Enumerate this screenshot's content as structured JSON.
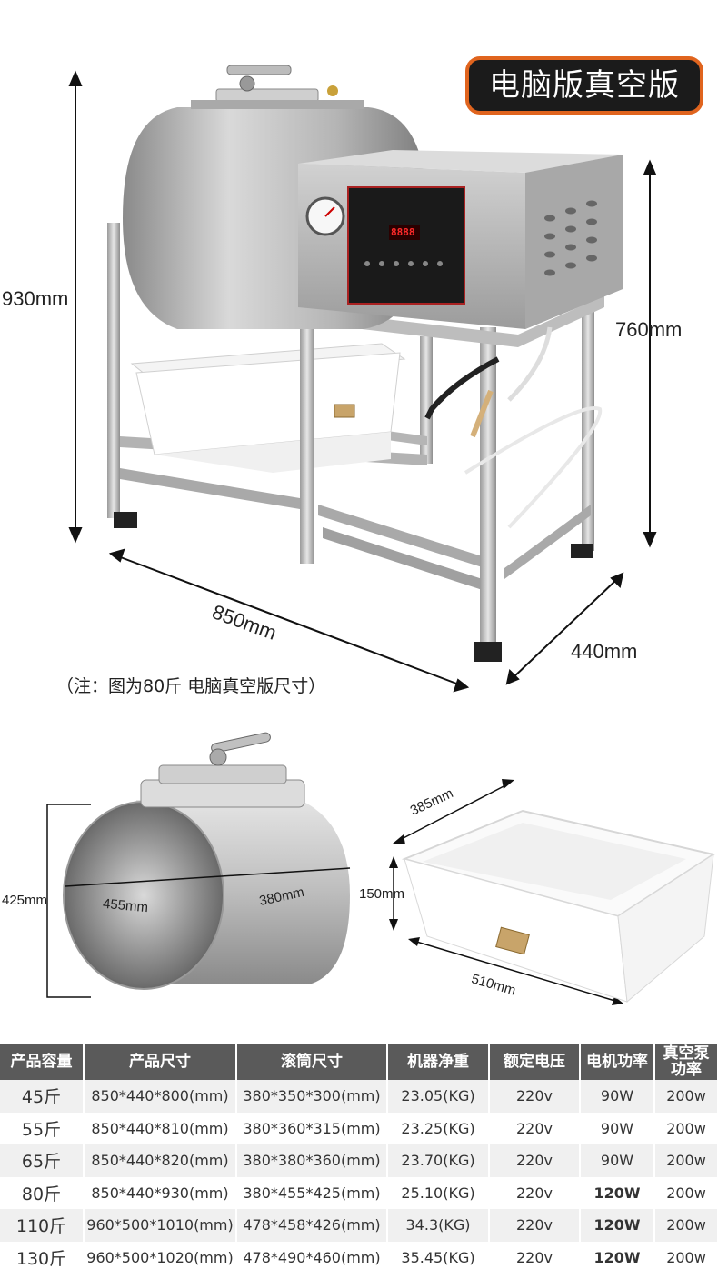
{
  "badge": {
    "label": "电脑版真空版"
  },
  "dimensions": {
    "height_total": "930mm",
    "height_frame": "760mm",
    "width": "850mm",
    "depth": "440mm",
    "drum_height": "425mm",
    "drum_diameter": "455mm",
    "drum_length": "380mm",
    "tray_width": "385mm",
    "tray_height": "150mm",
    "tray_length": "510mm"
  },
  "control_panel": {
    "display": "8888"
  },
  "note": "（注：图为80斤 电脑真空版尺寸）",
  "colors": {
    "badge_border": "#e0641e",
    "badge_fill": "#1b1b1b",
    "table_header": "#5a5a5a",
    "steel": "#b8b8b8",
    "panel": "#1a1a1a"
  },
  "table": {
    "headers": [
      "产品容量",
      "产品尺寸",
      "滚筒尺寸",
      "机器净重",
      "额定电压",
      "电机功率",
      "真空泵功率"
    ],
    "header_pump_line1": "真空泵",
    "header_pump_line2": "功率",
    "rows": [
      {
        "capacity": "45斤",
        "size": "850*440*800(mm)",
        "drum": "380*350*300(mm)",
        "weight": "23.05(KG)",
        "voltage": "220v",
        "motor": "90W",
        "pump": "200w"
      },
      {
        "capacity": "55斤",
        "size": "850*440*810(mm)",
        "drum": "380*360*315(mm)",
        "weight": "23.25(KG)",
        "voltage": "220v",
        "motor": "90W",
        "pump": "200w"
      },
      {
        "capacity": "65斤",
        "size": "850*440*820(mm)",
        "drum": "380*380*360(mm)",
        "weight": "23.70(KG)",
        "voltage": "220v",
        "motor": "90W",
        "pump": "200w"
      },
      {
        "capacity": "80斤",
        "size": "850*440*930(mm)",
        "drum": "380*455*425(mm)",
        "weight": "25.10(KG)",
        "voltage": "220v",
        "motor": "120W",
        "pump": "200w"
      },
      {
        "capacity": "110斤",
        "size": "960*500*1010(mm)",
        "drum": "478*458*426(mm)",
        "weight": "34.3(KG)",
        "voltage": "220v",
        "motor": "120W",
        "pump": "200w"
      },
      {
        "capacity": "130斤",
        "size": "960*500*1020(mm)",
        "drum": "478*490*460(mm)",
        "weight": "35.45(KG)",
        "voltage": "220v",
        "motor": "120W",
        "pump": "200w"
      }
    ]
  }
}
